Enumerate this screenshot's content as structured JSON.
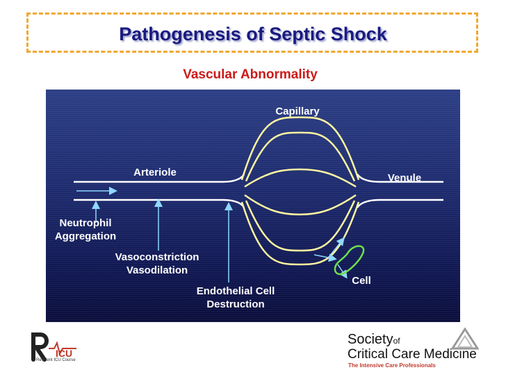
{
  "header": {
    "title": "Pathogenesis of Septic Shock",
    "subtitle": "Vascular Abnormality"
  },
  "diagram": {
    "labels": {
      "capillary": "Capillary",
      "arteriole": "Arteriole",
      "venule": "Venule",
      "neutrophil": [
        "Neutrophil",
        "Aggregation"
      ],
      "vaso": [
        "Vasoconstriction",
        "Vasodilation"
      ],
      "endothelial": [
        "Endothelial Cell",
        "Destruction"
      ],
      "cell": "Cell"
    },
    "colors": {
      "vessel": "#ffffff",
      "capillary_glow": "#fff6a0",
      "arrow": "#8fd8ff",
      "cell": "#6ee04a"
    }
  },
  "footer": {
    "ricu": {
      "subtitle": "Resident ICU Course",
      "icon": "ricu-logo"
    },
    "sccm": {
      "society": "Society",
      "of": "of",
      "name": "Critical Care Medicine",
      "tagline": "The Intensive Care Professionals",
      "icon": "sccm-logo"
    }
  }
}
